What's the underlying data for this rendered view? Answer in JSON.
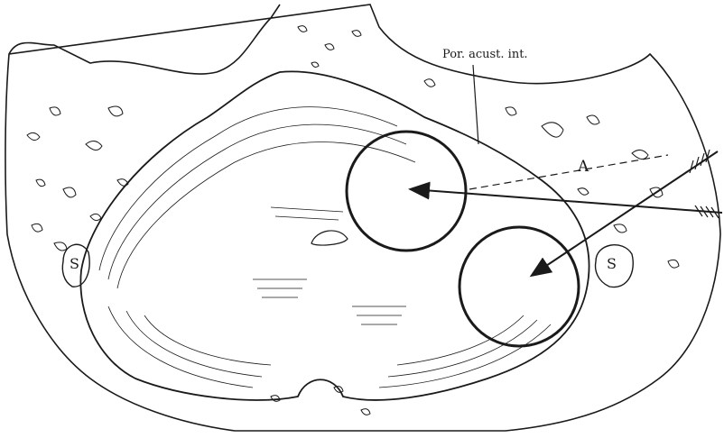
{
  "labels": {
    "porus": "Por. acust. int.",
    "a": "A",
    "s_left": "S",
    "s_right": "S"
  },
  "colors": {
    "ink": "#1a1a1a",
    "paper": "#ffffff"
  },
  "icons": {
    "arrow_upper": "arrow-fletched-icon",
    "arrow_lower": "arrow-fletched-icon"
  }
}
